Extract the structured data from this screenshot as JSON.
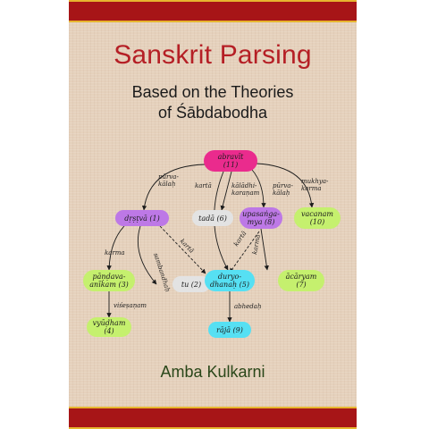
{
  "book": {
    "title": "Sanskrit Parsing",
    "subtitle_line1": "Based on the Theories",
    "subtitle_line2": "of Śābdabodha",
    "author": "Amba Kulkarni"
  },
  "colors": {
    "background": "#e5d1bc",
    "band": "#a71517",
    "band_ornament": "#e7b52f",
    "title": "#b51f25",
    "author": "#2a4719",
    "node_magenta": "#ea2b8d",
    "node_purple": "#bd78e6",
    "node_gray": "#e3e3e3",
    "node_green": "#c5f06e",
    "node_cyan": "#56e0f3"
  },
  "diagram": {
    "nodes": [
      {
        "id": "abravit",
        "line1": "abravīt",
        "line2": "(11)"
      },
      {
        "id": "drstva",
        "line1": "dṛṣṭvā (1)",
        "line2": ""
      },
      {
        "id": "tada",
        "line1": "tadā (6)",
        "line2": ""
      },
      {
        "id": "upasangamya",
        "line1": "upasaṅga-",
        "line2": "mya (8)"
      },
      {
        "id": "vacanam",
        "line1": "vacanam",
        "line2": "(10)"
      },
      {
        "id": "pandavanikam",
        "line1": "pāṇḍava-",
        "line2": "anīkam (3)"
      },
      {
        "id": "tu",
        "line1": "tu (2)",
        "line2": ""
      },
      {
        "id": "duryodhanah",
        "line1": "duryo-",
        "line2": "dhanaḥ (5)"
      },
      {
        "id": "acaryam",
        "line1": "ācāryam",
        "line2": "(7)"
      },
      {
        "id": "vyudham",
        "line1": "vyūḍham",
        "line2": "(4)"
      },
      {
        "id": "raja",
        "line1": "rājā (9)",
        "line2": ""
      }
    ],
    "edges": [
      {
        "id": "e1",
        "lines": [
          "pūrva-",
          "kālaḥ"
        ]
      },
      {
        "id": "e2",
        "lines": [
          "kartā"
        ]
      },
      {
        "id": "e3",
        "lines": [
          "kālādhi-",
          "karaṇam"
        ]
      },
      {
        "id": "e4",
        "lines": [
          "pūrva-",
          "kālaḥ"
        ]
      },
      {
        "id": "e5",
        "lines": [
          "mukhya-",
          "karma"
        ]
      },
      {
        "id": "e6",
        "lines": [
          "karma"
        ]
      },
      {
        "id": "e7",
        "lines": [
          "sambandhaḥ"
        ]
      },
      {
        "id": "e8",
        "lines": [
          "kartā"
        ]
      },
      {
        "id": "e9",
        "lines": [
          "kartā"
        ]
      },
      {
        "id": "e10",
        "lines": [
          "karma"
        ]
      },
      {
        "id": "e11",
        "lines": [
          "viśeṣaṇam"
        ]
      },
      {
        "id": "e12",
        "lines": [
          "abhedaḥ"
        ]
      }
    ]
  }
}
